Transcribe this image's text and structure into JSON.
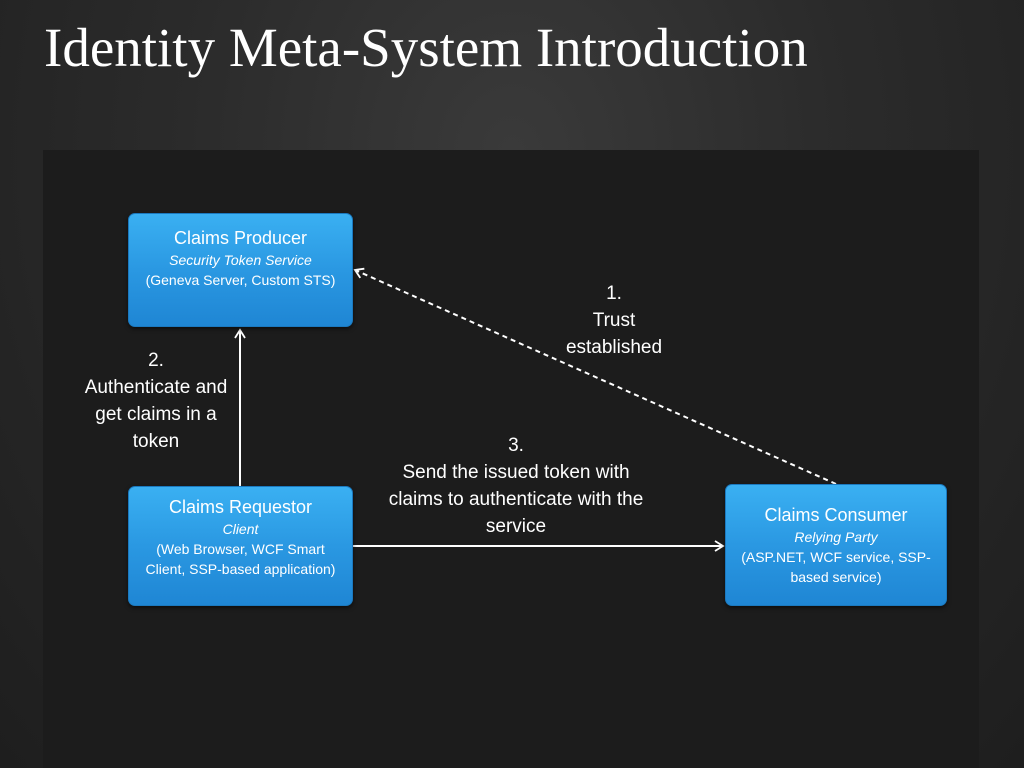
{
  "title": "Identity Meta-System Introduction",
  "nodes": {
    "producer": {
      "title": "Claims Producer",
      "role": "Security Token Service",
      "detail": "(Geneva Server, Custom STS)"
    },
    "requestor": {
      "title": "Claims Requestor",
      "role": "Client",
      "detail": "(Web Browser, WCF Smart Client, SSP-based application)"
    },
    "consumer": {
      "title": "Claims Consumer",
      "role": "Relying Party",
      "detail": "(ASP.NET, WCF service, SSP-based service)"
    }
  },
  "steps": {
    "step1": {
      "number": "1.",
      "text": "Trust established"
    },
    "step2": {
      "number": "2.",
      "text": "Authenticate and get claims in a token"
    },
    "step3": {
      "number": "3.",
      "text": "Send the issued token with claims to authenticate with the service"
    }
  },
  "colors": {
    "node_fill": "#2a98e2",
    "panel": "#1c1c1c",
    "connector": "#ffffff"
  }
}
